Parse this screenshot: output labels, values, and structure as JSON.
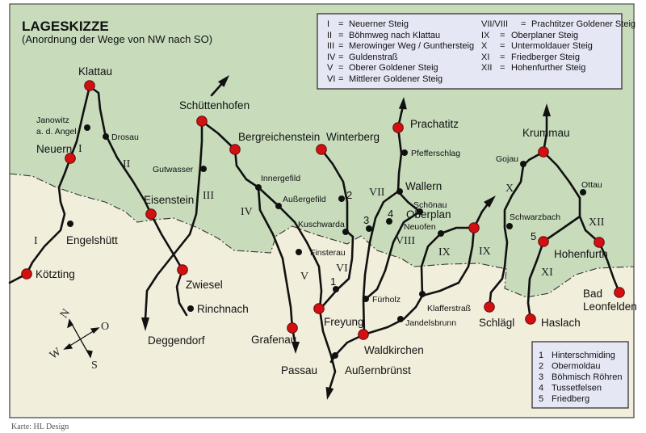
{
  "title": "LAGESKIZZE",
  "subtitle": "(Anordnung der Wege von NW nach SO)",
  "legend_routes": [
    {
      "num": "I",
      "eq": "=",
      "name": "Neuerner Steig"
    },
    {
      "num": "II",
      "eq": "=",
      "name": "Böhmweg nach Klattau"
    },
    {
      "num": "III",
      "eq": "=",
      "name": "Merowinger Weg / Gunthersteig"
    },
    {
      "num": "IV",
      "eq": "=",
      "name": "Guldenstraß"
    },
    {
      "num": "V",
      "eq": "=",
      "name": "Oberer Goldener Steig"
    },
    {
      "num": "VI",
      "eq": "=",
      "name": "Mittlerer Goldener Steig"
    },
    {
      "num": "VII/VIII",
      "eq": "=",
      "name": "Prachtitzer Goldener Steig"
    },
    {
      "num": "IX",
      "eq": "=",
      "name": "Oberplaner Steig"
    },
    {
      "num": "X",
      "eq": "=",
      "name": "Untermoldauer Steig"
    },
    {
      "num": "XI",
      "eq": "=",
      "name": "Friedberger Steig"
    },
    {
      "num": "XII",
      "eq": "=",
      "name": "Hohenfurther Steig"
    }
  ],
  "legend_points": [
    {
      "num": "1",
      "name": "Hinterschmiding"
    },
    {
      "num": "2",
      "name": "Obermoldau"
    },
    {
      "num": "3",
      "name": "Böhmisch Röhren"
    },
    {
      "num": "4",
      "name": "Tussetfelsen"
    },
    {
      "num": "5",
      "name": "Friedberg"
    }
  ],
  "towns": {
    "klattau": "Klattau",
    "neuern": "Neuern",
    "koetzting": "Kötzting",
    "eisenstein": "Eisenstein",
    "zwiesel": "Zwiesel",
    "schuettenhofen": "Schüttenhofen",
    "bergreichenstein": "Bergreichenstein",
    "winterberg": "Winterberg",
    "prachatitz": "Prachatitz",
    "freyung": "Freyung",
    "grafenau": "Grafenau",
    "waldkirchen": "Waldkirchen",
    "oberplan": "Oberplan",
    "schlaegl": "Schlägl",
    "krummau": "Krummau",
    "hohenfurth": "Hohenfurth",
    "haslach": "Haslach",
    "bad_leonfelden_1": "Bad",
    "bad_leonfelden_2": "Leonfelden",
    "wallern": "Wallern",
    "engelshuett": "Engelshütt",
    "rinchnach": "Rinchnach",
    "deggendorf": "Deggendorf",
    "passau": "Passau",
    "aussernbruenst": "Außernbrünst"
  },
  "villages": {
    "janowitz_1": "Janowitz",
    "janowitz_2": "a. d. Angel",
    "drosau": "Drosau",
    "gutwasser": "Gutwasser",
    "innergefild": "Innergefild",
    "aussergefild": "Außergefild",
    "kuschwarda": "Kuschwarda",
    "finsterau": "Finsterau",
    "pfefferschlag": "Pfefferschlag",
    "schoenau": "Schönau",
    "neuofen": "Neuofen",
    "fuerholz": "Fürholz",
    "klafferstrass": "Klafferstraß",
    "jandelsbrunn": "Jandelsbrunn",
    "gojau": "Gojau",
    "ottau": "Ottau",
    "schwarzbach": "Schwarzbach"
  },
  "route_labels": [
    "I",
    "II",
    "III",
    "IV",
    "V",
    "VI",
    "VII",
    "VIII",
    "IX",
    "IX",
    "X",
    "XI",
    "XII",
    "I"
  ],
  "point_labels": [
    "1",
    "2",
    "3",
    "4",
    "5"
  ],
  "compass": {
    "n": "N",
    "o": "O",
    "s": "S",
    "w": "W"
  },
  "credit": "Karte: HL Design",
  "colors": {
    "highland": "#c8dcbc",
    "lowland": "#f2eedc",
    "town": "#d40f12",
    "legend_bg": "#e6e7f5"
  }
}
